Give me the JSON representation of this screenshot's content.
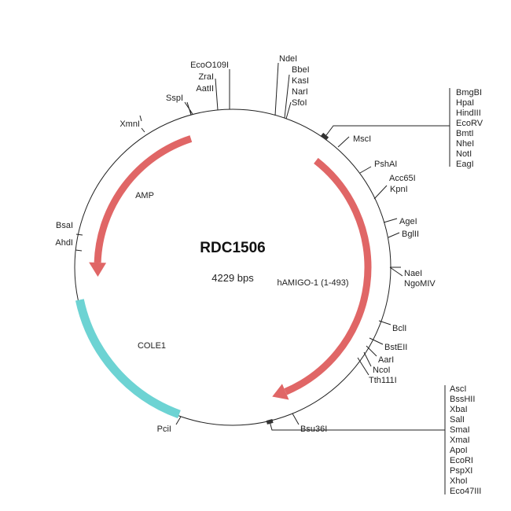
{
  "plasmid": {
    "name": "RDC1506",
    "size": "4229 bps"
  },
  "features": {
    "amp": "AMP",
    "hamigo": "hAMIGO-1 (1-493)",
    "cole1": "COLE1"
  },
  "colors": {
    "arrow": "#e06666",
    "ori": "#6dd3d3"
  },
  "sites": {
    "top": [
      "EcoO109I",
      "ZraI",
      "AatII",
      "SspI",
      "XmnI",
      "NdeI",
      "BbeI",
      "KasI",
      "NarI",
      "SfoI"
    ],
    "mcs1": [
      "BmgBI",
      "HpaI",
      "HindIII",
      "EcoRV",
      "BmtI",
      "NheI",
      "NotI",
      "EagI"
    ],
    "right": [
      "MscI",
      "PshAI",
      "Acc65I",
      "KpnI",
      "AgeI",
      "BglII",
      "NaeI",
      "NgoMIV",
      "BclI",
      "BstEII",
      "AarI",
      "NcoI",
      "Tth111I"
    ],
    "mcs2": [
      "AscI",
      "BssHII",
      "XbaI",
      "SalI",
      "SmaI",
      "XmaI",
      "ApoI",
      "EcoRI",
      "PspXI",
      "XhoI",
      "Eco47III"
    ],
    "bottom": [
      "Bsu36I",
      "PciI"
    ],
    "left": [
      "BsaI",
      "AhdI"
    ]
  }
}
